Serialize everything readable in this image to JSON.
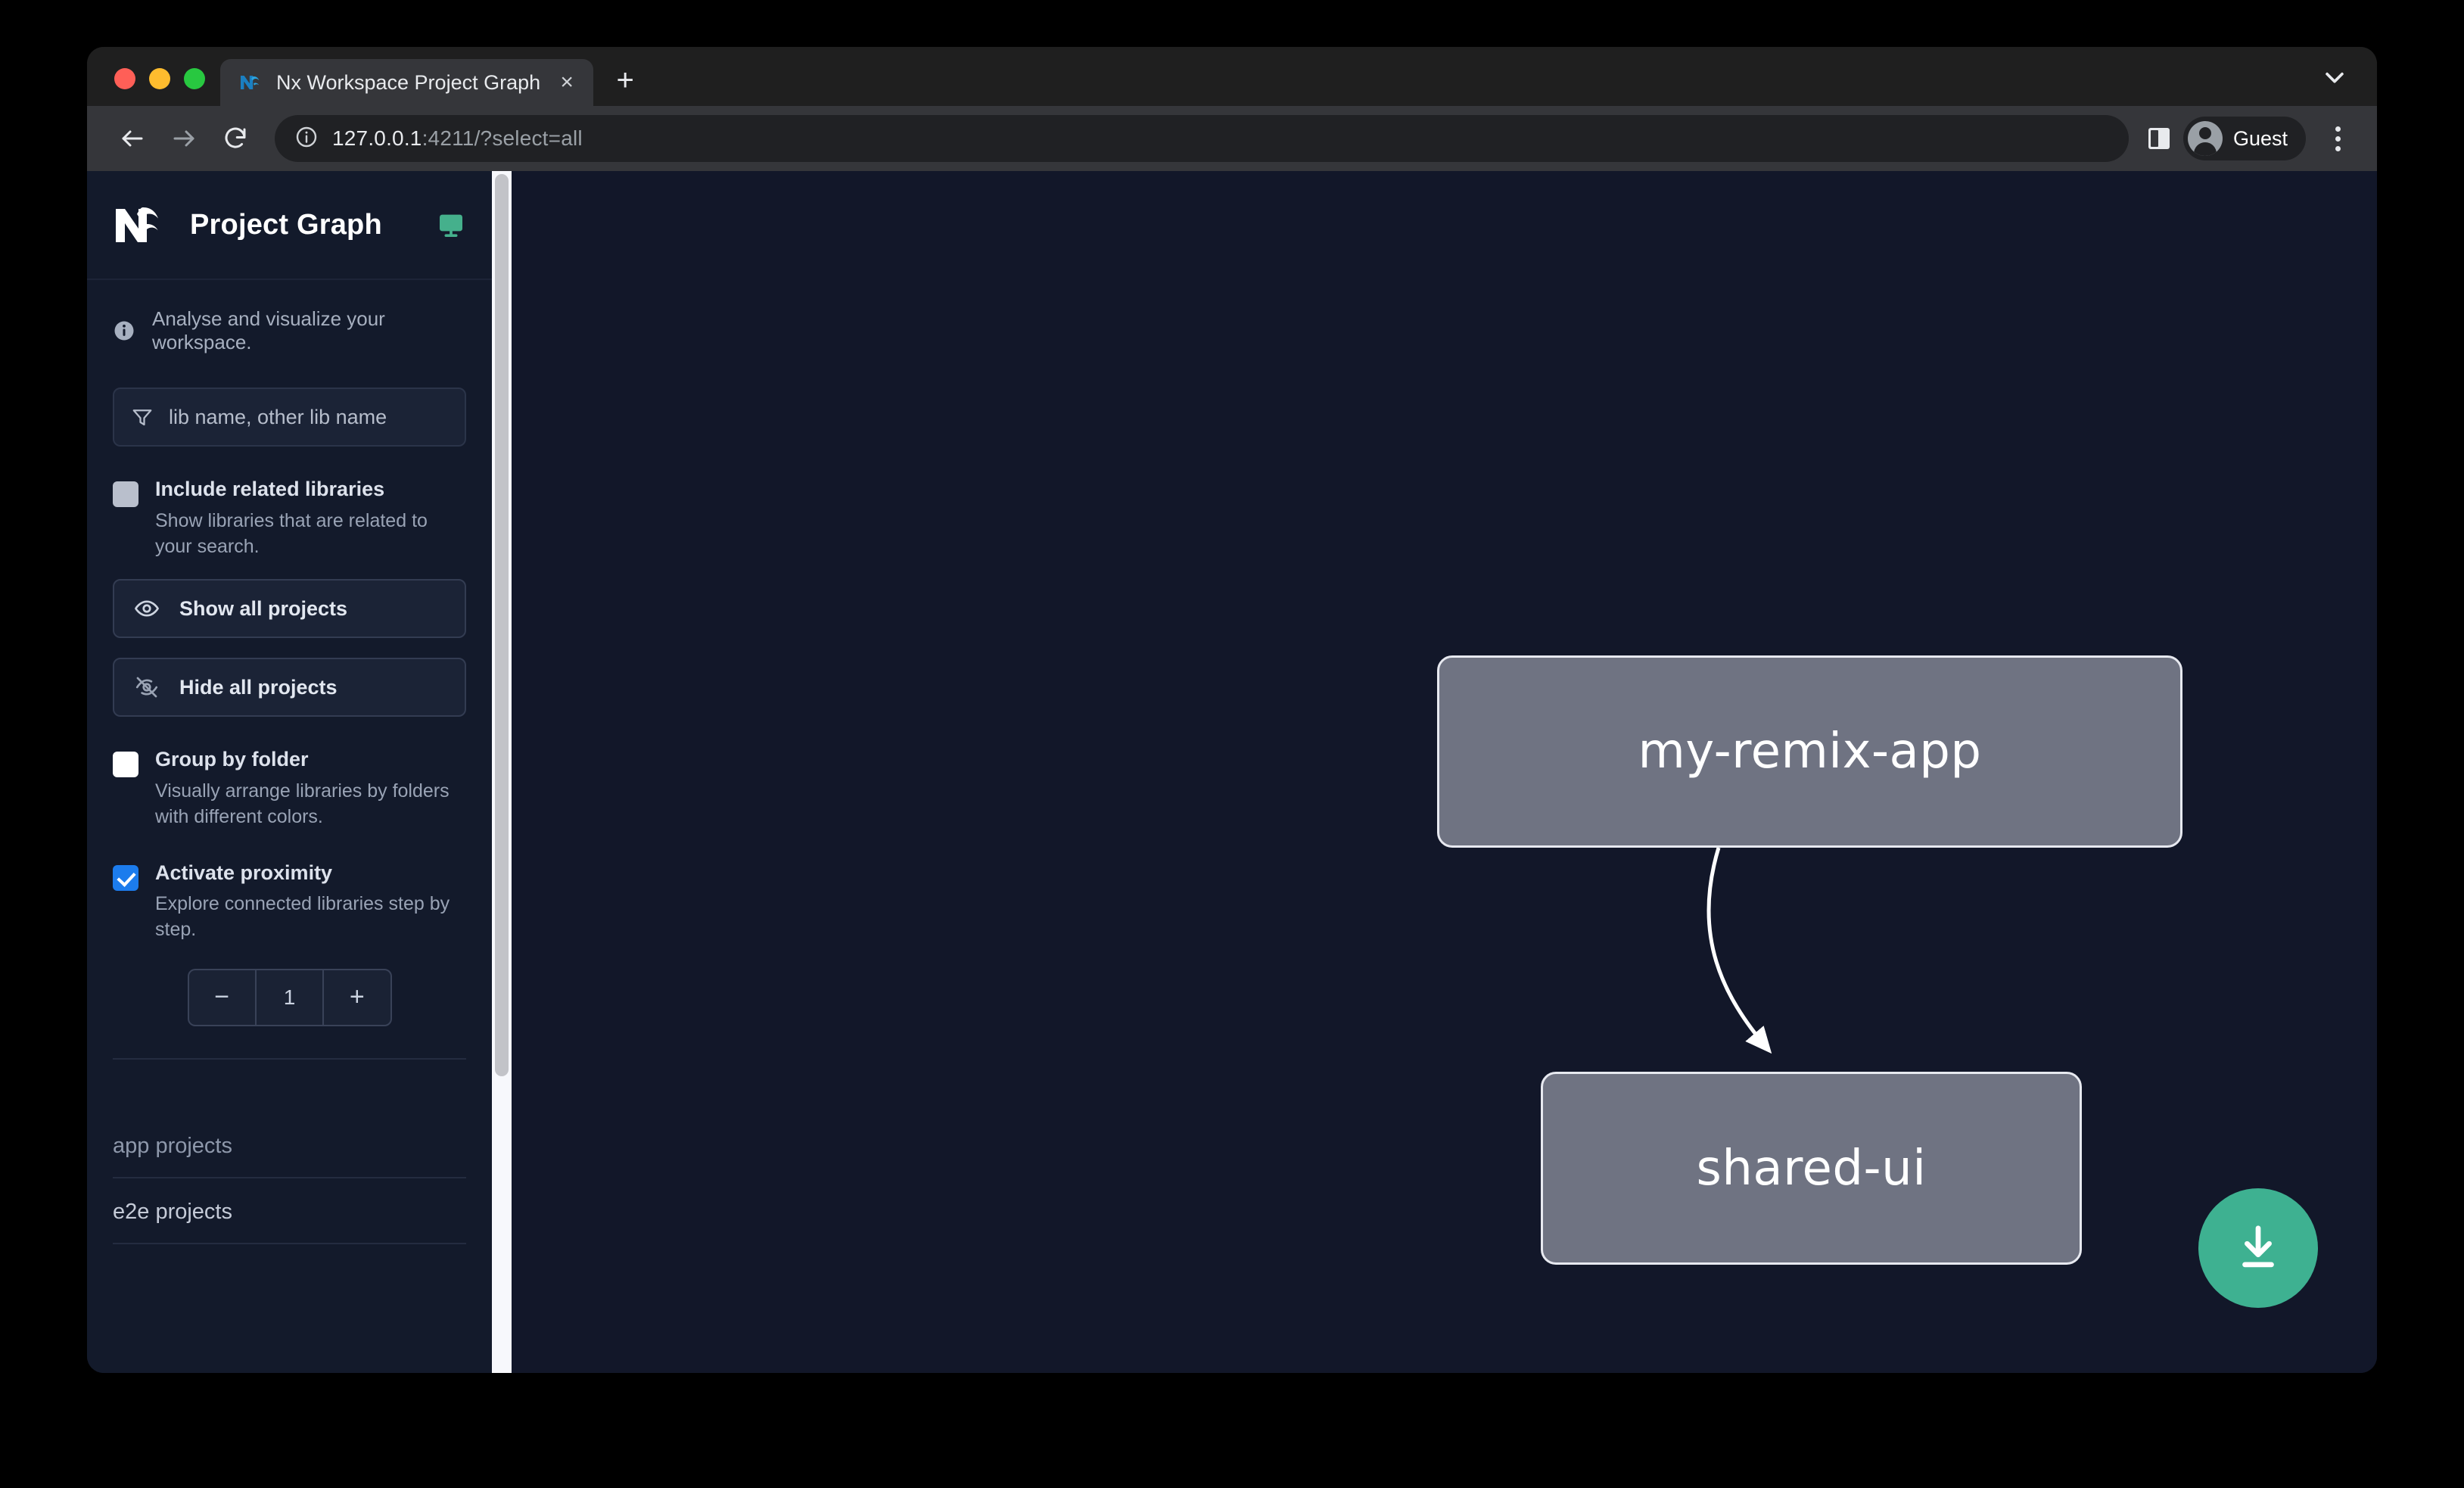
{
  "browser": {
    "tab": {
      "favicon": "nx-favicon",
      "title": "Nx Workspace Project Graph",
      "close_label": "×"
    },
    "new_tab_label": "+",
    "toolbar": {
      "back_icon": "back-arrow-icon",
      "forward_icon": "forward-arrow-icon",
      "reload_icon": "reload-icon",
      "info_icon": "site-info-icon",
      "url_host": "127.0.0.1",
      "url_rest": ":4211/?select=all",
      "panel_icon": "side-panel-icon",
      "profile_name": "Guest",
      "menu_icon": "kebab-menu-icon"
    }
  },
  "sidebar": {
    "logo": "nx-logo",
    "title": "Project Graph",
    "monitor_icon": "monitor-icon",
    "tagline": "Analyse and visualize your workspace.",
    "tagline_icon": "info-icon",
    "search": {
      "icon": "filter-funnel-icon",
      "placeholder": "lib name, other lib name",
      "value": ""
    },
    "options": [
      {
        "name": "include-related-libraries",
        "label": "Include related libraries",
        "description": "Show libraries that are related to your search.",
        "state": "muted"
      },
      {
        "name": "group-by-folder",
        "label": "Group by folder",
        "description": "Visually arrange libraries by folders with different colors.",
        "state": "unchecked"
      },
      {
        "name": "activate-proximity",
        "label": "Activate proximity",
        "description": "Explore connected libraries step by step.",
        "state": "checked"
      }
    ],
    "buttons": [
      {
        "name": "show-all-projects",
        "label": "Show all projects",
        "icon": "eye-icon"
      },
      {
        "name": "hide-all-projects",
        "label": "Hide all projects",
        "icon": "eye-slash-icon"
      }
    ],
    "stepper": {
      "decrement_label": "−",
      "value": "1",
      "increment_label": "+"
    },
    "groups": [
      {
        "name": "app-projects",
        "label": "app projects"
      },
      {
        "name": "e2e-projects",
        "label": "e2e projects"
      }
    ]
  },
  "graph": {
    "nodes": [
      {
        "id": "my-remix-app",
        "label": "my-remix-app"
      },
      {
        "id": "shared-ui",
        "label": "shared-ui"
      }
    ],
    "edges": [
      {
        "from": "my-remix-app",
        "to": "shared-ui"
      }
    ],
    "download_button": {
      "name": "download-image-button",
      "icon": "download-icon"
    }
  },
  "colors": {
    "accent_green": "#3eb191",
    "checkbox_blue": "#1c7ced",
    "node_fill": "#6f7382",
    "graph_background": "#121729",
    "sidebar_background": "#131a2b"
  }
}
